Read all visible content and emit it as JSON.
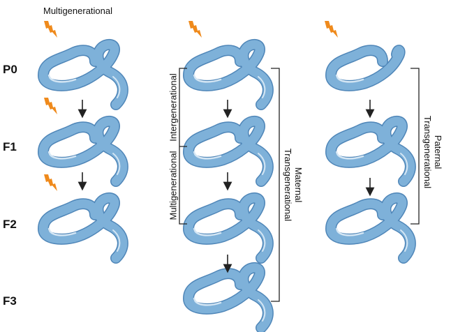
{
  "title": "Multigenerational",
  "generations": [
    "P0",
    "F1",
    "F2",
    "F3"
  ],
  "brackets": {
    "intergenerational": "Intergenerational",
    "multigenerational": "Multigenerational",
    "maternal_line1": "Maternal",
    "maternal_line2": "Transgenerational",
    "paternal_line1": "Paternal",
    "paternal_line2": "Transgenerational"
  },
  "colors": {
    "worm_fill": "#7eb1d9",
    "worm_stroke": "#4f86b8",
    "worm_highlight": "#d4e6f4",
    "lightning": "#ef8a1c",
    "bracket": "#222222",
    "arrow": "#222222"
  },
  "icons": {
    "worm": "nematode-icon",
    "exposure": "lightning-bolt-icon",
    "arrow": "down-arrow-icon"
  }
}
